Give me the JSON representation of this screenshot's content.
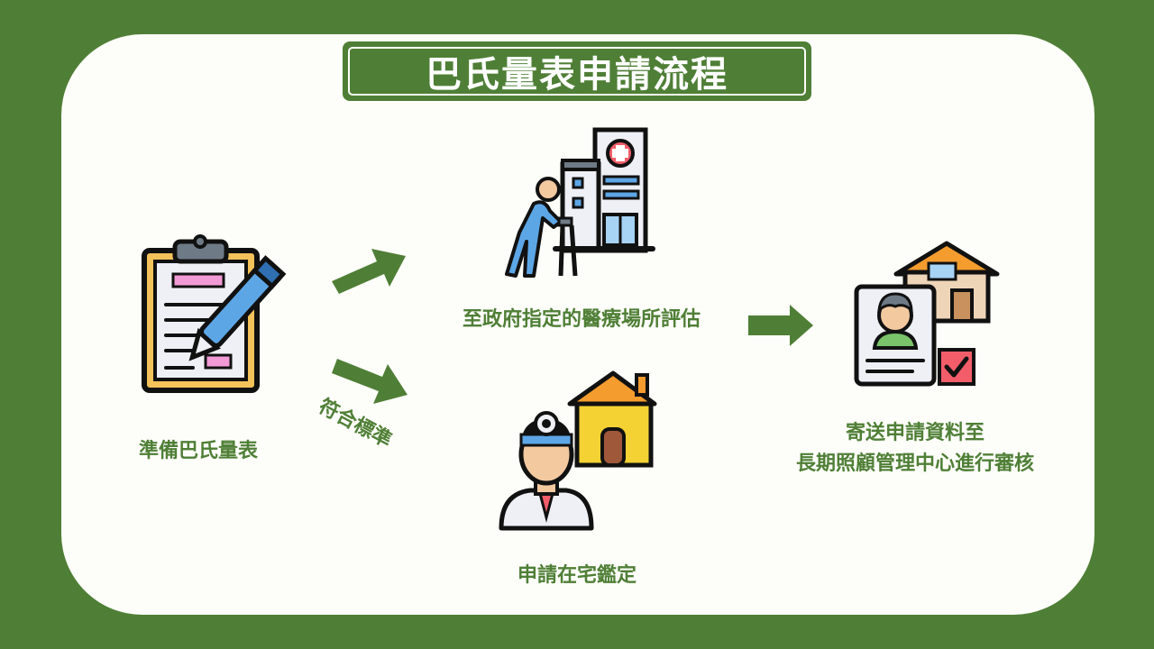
{
  "title": "巴氏量表申請流程",
  "steps": {
    "prepare": "準備巴氏量表",
    "hospital": "至政府指定的醫療場所評估",
    "home": "申請在宅鑑定",
    "submit_line1": "寄送申請資料至",
    "submit_line2": "長期照顧管理中心進行審核"
  },
  "condition_label": "符合標準",
  "colors": {
    "background": "#4f7f36",
    "panel": "#fdfdf9",
    "text": "#4f7f36"
  },
  "icons": {
    "prepare": "clipboard-pen-icon",
    "hospital": "elderly-walker-hospital-icon",
    "home": "doctor-house-icon",
    "submit": "id-card-house-check-icon"
  }
}
